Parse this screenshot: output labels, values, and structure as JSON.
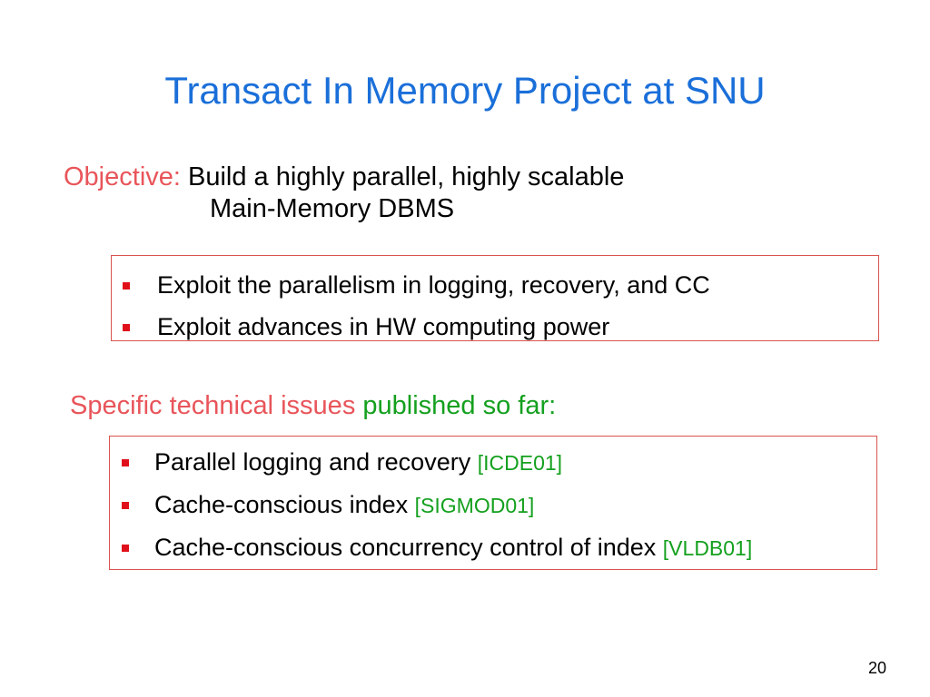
{
  "slide": {
    "title": "Transact In Memory Project at SNU",
    "objective": {
      "label": "Objective:",
      "line1": "Build a highly parallel, highly scalable",
      "line2": "Main-Memory DBMS"
    },
    "objective_points": [
      "Exploit the parallelism in logging, recovery, and CC",
      "Exploit advances in HW computing power"
    ],
    "issues_heading": {
      "part1": "Specific technical issues",
      "part2": "published so far:"
    },
    "publications": [
      {
        "text": "Parallel logging and recovery",
        "ref": "[ICDE01]"
      },
      {
        "text": "Cache-conscious index",
        "ref": "[SIGMOD01]"
      },
      {
        "text": "Cache-conscious concurrency control of index",
        "ref": "[VLDB01]"
      }
    ],
    "page_number": "20"
  },
  "colors": {
    "title": "#1a6fd9",
    "label_red": "#e8555a",
    "ref_green": "#14a01e",
    "bullet_red": "#e0101a",
    "box_border": "#d9534f"
  }
}
